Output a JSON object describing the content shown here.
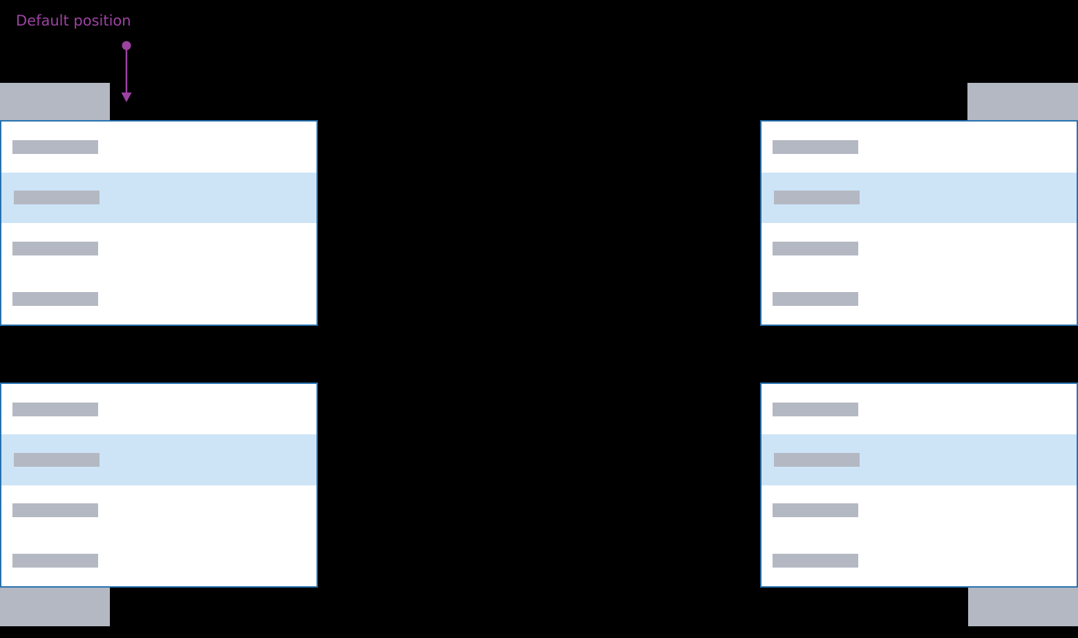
{
  "annotation": {
    "label": "Default position",
    "icon": "down-arrow-icon"
  },
  "colors": {
    "background": "#000000",
    "menu_background": "#ffffff",
    "menu_border": "#2671ae",
    "highlight": "#cde4f7",
    "placeholder": "#b4b8c2",
    "annotation": "#9c43a2"
  },
  "menus": [
    {
      "corner": "top-left",
      "rows": 4,
      "highlighted_row": 2
    },
    {
      "corner": "top-right",
      "rows": 4,
      "highlighted_row": 2
    },
    {
      "corner": "bottom-left",
      "rows": 4,
      "highlighted_row": 2
    },
    {
      "corner": "bottom-right",
      "rows": 4,
      "highlighted_row": 2
    }
  ]
}
